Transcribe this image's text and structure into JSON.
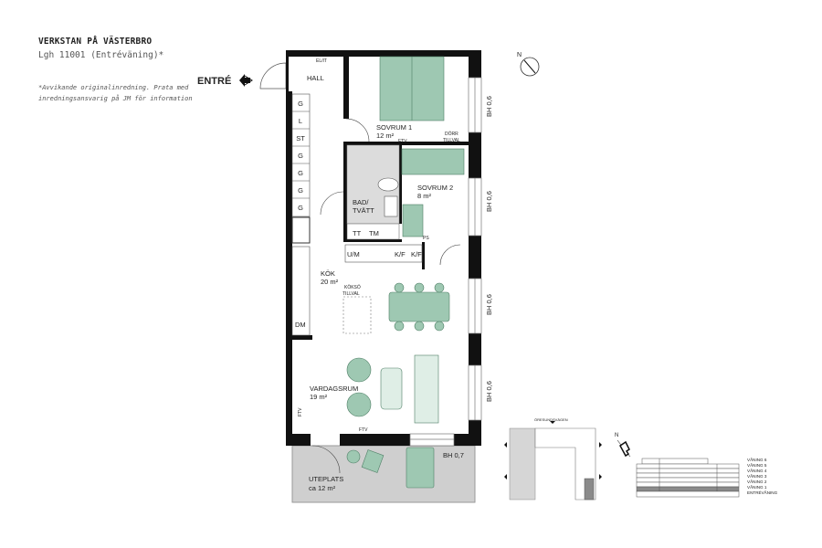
{
  "header": {
    "title": "VERKSTAN PÅ VÄSTERBRO",
    "subtitle": "Lgh 11001 (Entréväning)*",
    "note_line1": "*Avvikande originalinredning. Prata med",
    "note_line2": "inredningsansvarig på JM för information"
  },
  "entrance": {
    "label": "ENTRÉ",
    "icon": "entrance-arrow-icon"
  },
  "rooms": {
    "hall": {
      "name": "HALL"
    },
    "sovrum1": {
      "name": "SOVRUM 1",
      "area": "12 m²"
    },
    "sovrum2": {
      "name": "SOVRUM 2",
      "area": "8 m²"
    },
    "bad": {
      "name1": "BAD/",
      "name2": "TVÄTT"
    },
    "kok": {
      "name": "KÖK",
      "area": "20 m²"
    },
    "vardagsrum": {
      "name": "VARDAGSRUM",
      "area": "19 m²"
    },
    "uteplats": {
      "name": "UTEPLATS",
      "area": "ca 12 m²"
    }
  },
  "fixtures": {
    "elit": "EL/IT",
    "storage": [
      "G",
      "L",
      "ST",
      "G",
      "G",
      "G",
      "G"
    ],
    "tt": "TT",
    "tm": "TM",
    "um": "U/M",
    "kf1": "K/F",
    "kf2": "K/F",
    "dm": "DM",
    "ps": "PS",
    "ftv": "FTV",
    "dorr_tillval1": "DÖRR",
    "dorr_tillval2": "TILLVAL",
    "kokso1": "KÖKSÖ",
    "kokso2": "TILLVAL"
  },
  "windows": [
    "BH 0,6",
    "BH 0,6",
    "BH 0,6",
    "BH 0,6",
    "BH 0,7"
  ],
  "compass": {
    "label": "N"
  },
  "site_plan": {
    "street": "ÖRESUNDSVÄGEN",
    "highlight_color": "#8a8a8a"
  },
  "elevation": {
    "floors": [
      "VÅNING 6",
      "VÅNING 5",
      "VÅNING 4",
      "VÅNING 3",
      "VÅNING 2",
      "VÅNING 1",
      "ENTRÉVÅNING"
    ],
    "highlighted": "ENTRÉVÅNING"
  },
  "colors": {
    "furniture": "#9ec8b2",
    "furniture_stroke": "#4f7f66",
    "wall": "#111111",
    "patio": "#cfcfcf",
    "bath_tile": "#dcdcdc"
  }
}
